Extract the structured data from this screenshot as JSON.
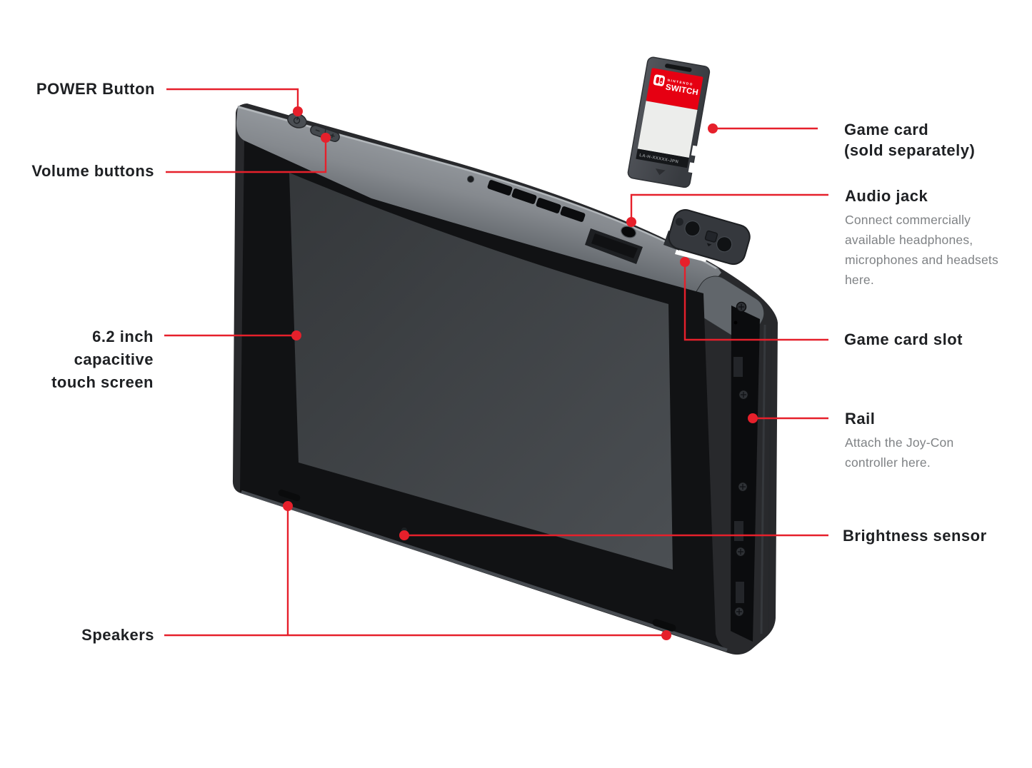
{
  "page": {
    "background": "#ffffff"
  },
  "colors": {
    "accent_red": "#e6202b",
    "heading_text": "#1e2023",
    "description_text": "#7f8285",
    "card_label_red": "#e60012",
    "console_body": "#28292c",
    "console_top_edge": "#8f9398",
    "screen_gray": "#3f4246"
  },
  "callouts": {
    "power": {
      "title": "POWER Button"
    },
    "volume": {
      "title": "Volume buttons"
    },
    "touch_screen": {
      "lines": [
        "6.2 inch",
        "capacitive",
        "touch screen"
      ]
    },
    "speakers": {
      "title": "Speakers"
    },
    "game_card": {
      "lines": [
        "Game card",
        "(sold separately)"
      ]
    },
    "audio_jack": {
      "title": "Audio jack",
      "description": "Connect commercially available headphones, microphones and headsets here."
    },
    "game_card_slot": {
      "title": "Game card slot"
    },
    "rail": {
      "title": "Rail",
      "description": "Attach the Joy-Con controller here."
    },
    "brightness_sensor": {
      "title": "Brightness sensor"
    }
  },
  "game_card_art": {
    "brand": "NINTENDO",
    "product": "SWITCH",
    "code": "LA-H-XXXXX-JPN"
  }
}
